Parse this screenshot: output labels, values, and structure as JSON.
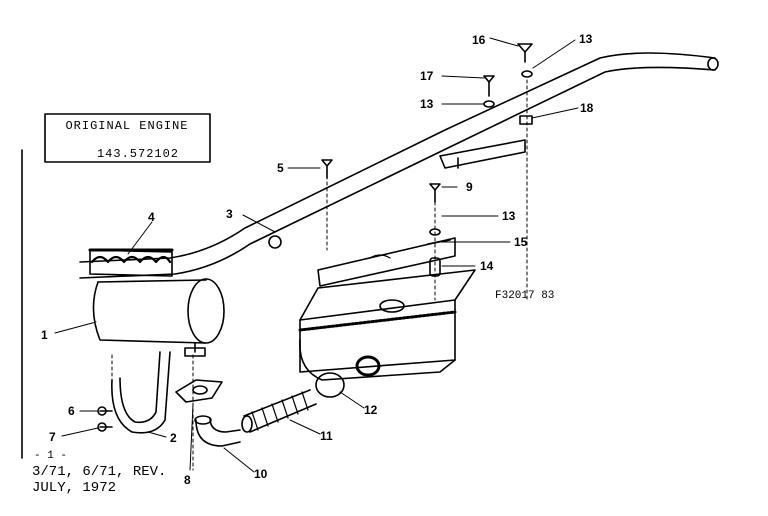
{
  "engine_box": {
    "title": "ORIGINAL ENGINE",
    "number": "143.572102"
  },
  "figure_code": "F32017  83",
  "revision": {
    "page": "- 1 -",
    "line1": "3/71, 6/71, REV.",
    "line2": "JULY, 1972"
  },
  "callouts": {
    "c1": "1",
    "c2": "2",
    "c3": "3",
    "c4": "4",
    "c5": "5",
    "c6": "6",
    "c7": "7",
    "c8": "8",
    "c9": "9",
    "c10": "10",
    "c11": "11",
    "c12": "12",
    "c13a": "13",
    "c13b": "13",
    "c13c": "13",
    "c14": "14",
    "c15": "15",
    "c16": "16",
    "c17": "17",
    "c18": "18"
  }
}
